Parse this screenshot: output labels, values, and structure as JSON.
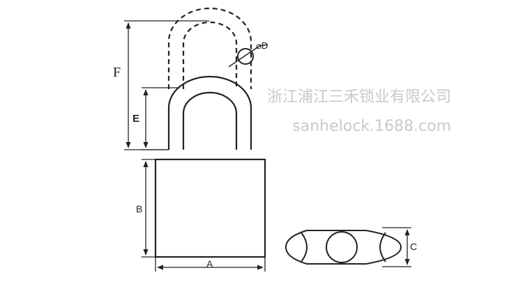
{
  "labels": {
    "a": "A",
    "b": "B",
    "c": "C",
    "d": "⌀D",
    "e": "E",
    "f": "F"
  },
  "watermark": {
    "company": "浙江浦江三禾锁业有限公司",
    "site": "sanhelock.1688.com"
  },
  "colors": {
    "line": "#222222",
    "watermark": "#c9c9c9",
    "background": "#ffffff"
  }
}
